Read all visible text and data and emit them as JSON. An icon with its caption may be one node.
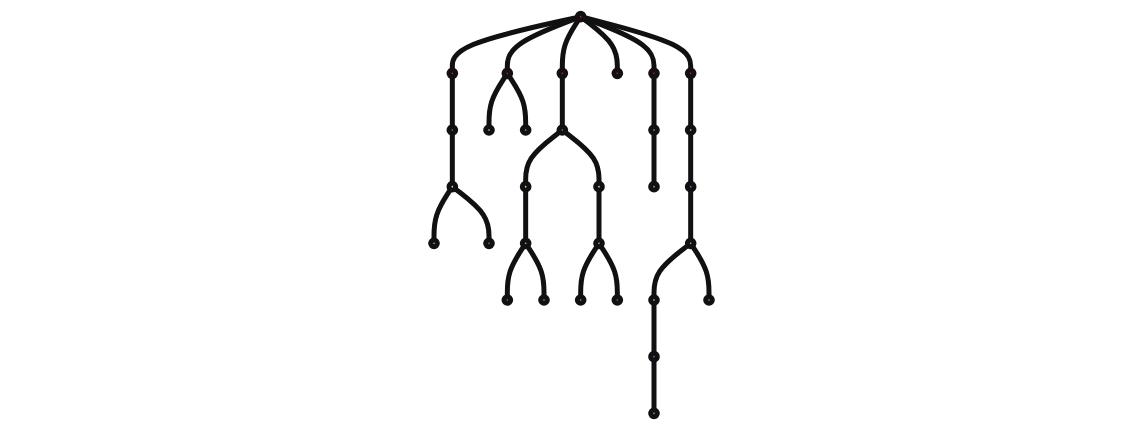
{
  "diagram": {
    "nodes": [
      {
        "text": [],
        "shape": "circle"
      },
      {
        "text": [],
        "shape": "circle"
      },
      {
        "text": [],
        "shape": "circle"
      },
      {
        "text": [],
        "shape": "circle"
      },
      {
        "text": [],
        "shape": "circle"
      },
      {
        "text": [],
        "shape": "circle"
      },
      {
        "text": [],
        "shape": "circle"
      },
      {
        "text": [],
        "shape": "circle"
      },
      {
        "text": [],
        "shape": "circle"
      },
      {
        "text": [],
        "shape": "circle"
      },
      {
        "text": [],
        "shape": "circle"
      },
      {
        "text": [],
        "shape": "circle"
      },
      {
        "text": [],
        "shape": "circle"
      },
      {
        "text": [],
        "shape": "circle"
      },
      {
        "text": [],
        "shape": "circle"
      },
      {
        "text": [],
        "shape": "circle"
      },
      {
        "text": [],
        "shape": "circle"
      },
      {
        "text": [],
        "shape": "circle"
      },
      {
        "text": [],
        "shape": "circle"
      },
      {
        "text": [],
        "shape": "circle"
      },
      {
        "text": [],
        "shape": "circle"
      },
      {
        "text": [],
        "shape": "circle"
      },
      {
        "text": [],
        "shape": "circle"
      },
      {
        "text": [],
        "shape": "circle"
      },
      {
        "text": [],
        "shape": "circle"
      },
      {
        "text": [],
        "shape": "circle"
      },
      {
        "text": [],
        "shape": "circle"
      },
      {
        "text": [],
        "shape": "circle"
      },
      {
        "text": [],
        "shape": "circle"
      },
      {
        "text": [],
        "shape": "circle"
      },
      {
        "text": [],
        "shape": "circle"
      }
    ],
    "edges": [
      {
        "from": 0,
        "to": 1,
        "arrow": "none"
      },
      {
        "from": 0,
        "to": 2,
        "arrow": "none"
      },
      {
        "from": 0,
        "to": 3,
        "arrow": "none"
      },
      {
        "from": 0,
        "to": 4,
        "arrow": "none"
      },
      {
        "from": 0,
        "to": 5,
        "arrow": "none"
      },
      {
        "from": 0,
        "to": 6,
        "arrow": "none"
      },
      {
        "from": 1,
        "to": 7,
        "arrow": "none"
      },
      {
        "from": 7,
        "to": 18,
        "arrow": "none"
      },
      {
        "from": 18,
        "to": 17,
        "arrow": "none"
      },
      {
        "from": 18,
        "to": 19,
        "arrow": "none"
      },
      {
        "from": 2,
        "to": 8,
        "arrow": "none"
      },
      {
        "from": 2,
        "to": 9,
        "arrow": "none"
      },
      {
        "from": 3,
        "to": 11,
        "arrow": "none"
      },
      {
        "from": 11,
        "to": 10,
        "arrow": "none"
      },
      {
        "from": 11,
        "to": 12,
        "arrow": "none"
      },
      {
        "from": 10,
        "to": 21,
        "arrow": "none"
      },
      {
        "from": 21,
        "to": 20,
        "arrow": "none"
      },
      {
        "from": 21,
        "to": 22,
        "arrow": "none"
      },
      {
        "from": 12,
        "to": 24,
        "arrow": "none"
      },
      {
        "from": 24,
        "to": 23,
        "arrow": "none"
      },
      {
        "from": 24,
        "to": 25,
        "arrow": "none"
      },
      {
        "from": 5,
        "to": 14,
        "arrow": "none"
      },
      {
        "from": 14,
        "to": 13,
        "arrow": "none"
      },
      {
        "from": 6,
        "to": 16,
        "arrow": "none"
      },
      {
        "from": 16,
        "to": 15,
        "arrow": "none"
      },
      {
        "from": 15,
        "to": 27,
        "arrow": "none"
      },
      {
        "from": 27,
        "to": 26,
        "arrow": "none"
      },
      {
        "from": 27,
        "to": 28,
        "arrow": "none"
      },
      {
        "from": 26,
        "to": 30,
        "arrow": "none"
      },
      {
        "from": 30,
        "to": 29,
        "arrow": "none"
      }
    ]
  }
}
